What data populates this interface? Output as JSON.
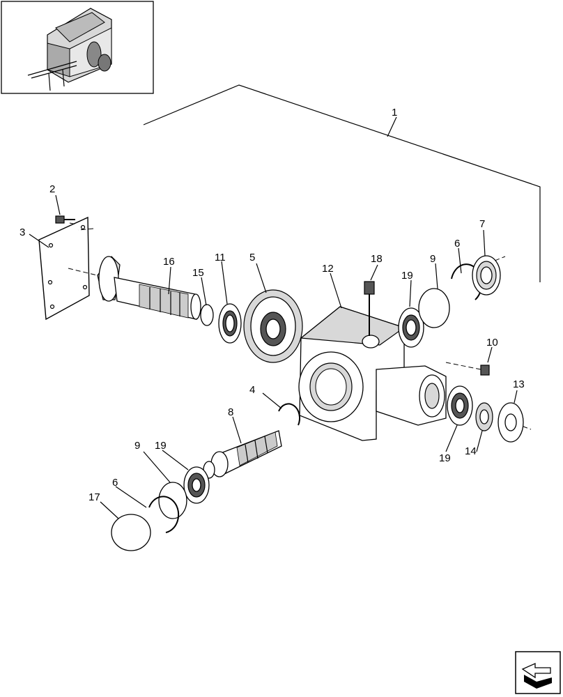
{
  "labels": {
    "l1": "1",
    "l2": "2",
    "l3": "3",
    "l4": "4",
    "l5": "5",
    "l6a": "6",
    "l6b": "6",
    "l7": "7",
    "l8": "8",
    "l9a": "9",
    "l9b": "9",
    "l10": "10",
    "l11": "11",
    "l12": "12",
    "l13": "13",
    "l14": "14",
    "l15": "15",
    "l16": "16",
    "l17": "17",
    "l18": "18",
    "l19a": "19",
    "l19b": "19",
    "l19c": "19"
  },
  "icons": {
    "thumbnail": "baler-machine-thumbnail",
    "navigation": "next-page-arrow-icon"
  }
}
